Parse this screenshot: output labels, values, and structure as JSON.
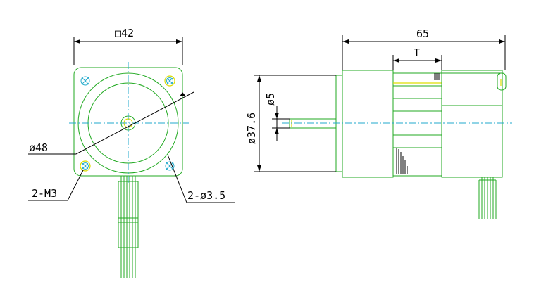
{
  "labels": {
    "square_size": "□42",
    "pilot_diameter": "ø48",
    "mount_thread": "2-M3",
    "mount_hole": "2-ø3.5",
    "overall_length": "65",
    "length_t": "T",
    "flange_diameter": "ø37.6",
    "shaft_diameter": "ø5"
  },
  "colors": {
    "outline": "#22aa22",
    "centerline": "#22aacc",
    "dimension": "#000000",
    "highlight": "#dddd00"
  }
}
